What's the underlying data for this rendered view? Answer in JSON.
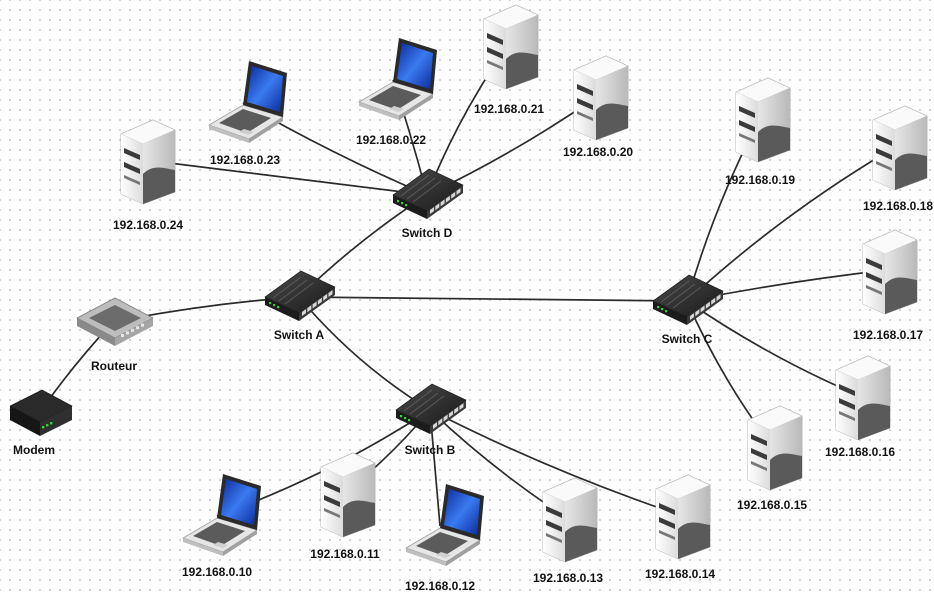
{
  "diagram": {
    "nodes": [
      {
        "id": "modem",
        "type": "modem",
        "label": "Modem"
      },
      {
        "id": "router",
        "type": "router",
        "label": "Routeur"
      },
      {
        "id": "swA",
        "type": "switch",
        "label": "Switch A"
      },
      {
        "id": "swB",
        "type": "switch",
        "label": "Switch B"
      },
      {
        "id": "swC",
        "type": "switch",
        "label": "Switch C"
      },
      {
        "id": "swD",
        "type": "switch",
        "label": "Switch D"
      },
      {
        "id": "h24",
        "type": "server",
        "label": "192.168.0.24"
      },
      {
        "id": "h23",
        "type": "laptop",
        "label": "192.168.0.23"
      },
      {
        "id": "h22",
        "type": "laptop",
        "label": "192.168.0.22"
      },
      {
        "id": "h21",
        "type": "server",
        "label": "192.168.0.21"
      },
      {
        "id": "h20",
        "type": "server",
        "label": "192.168.0.20"
      },
      {
        "id": "h19",
        "type": "server",
        "label": "192.168.0.19"
      },
      {
        "id": "h18",
        "type": "server",
        "label": "192.168.0.18"
      },
      {
        "id": "h17",
        "type": "server",
        "label": "192.168.0.17"
      },
      {
        "id": "h16",
        "type": "server",
        "label": "192.168.0.16"
      },
      {
        "id": "h15",
        "type": "server",
        "label": "192.168.0.15"
      },
      {
        "id": "h14",
        "type": "server",
        "label": "192.168.0.14"
      },
      {
        "id": "h13",
        "type": "server",
        "label": "192.168.0.13"
      },
      {
        "id": "h12",
        "type": "laptop",
        "label": "192.168.0.12"
      },
      {
        "id": "h11",
        "type": "server",
        "label": "192.168.0.11"
      },
      {
        "id": "h10",
        "type": "laptop",
        "label": "192.168.0.10"
      }
    ],
    "edges": [
      [
        "modem",
        "router"
      ],
      [
        "router",
        "swA"
      ],
      [
        "swA",
        "swD"
      ],
      [
        "swA",
        "swB"
      ],
      [
        "swA",
        "swC"
      ],
      [
        "swD",
        "h24"
      ],
      [
        "swD",
        "h23"
      ],
      [
        "swD",
        "h22"
      ],
      [
        "swD",
        "h21"
      ],
      [
        "swD",
        "h20"
      ],
      [
        "swC",
        "h19"
      ],
      [
        "swC",
        "h18"
      ],
      [
        "swC",
        "h17"
      ],
      [
        "swC",
        "h16"
      ],
      [
        "swC",
        "h15"
      ],
      [
        "swB",
        "h10"
      ],
      [
        "swB",
        "h11"
      ],
      [
        "swB",
        "h12"
      ],
      [
        "swB",
        "h13"
      ],
      [
        "swB",
        "h14"
      ]
    ],
    "colors": {
      "line": "#2b2b2b",
      "switch_body": "#262626",
      "laptop_screen": "#1f4fc4",
      "server_light": "#f2f2f2",
      "server_dark": "#5a5a5a",
      "router_body": "#9a9a9a",
      "status_led": "#3ad13a",
      "modem_cable": "#e05aa8"
    }
  }
}
